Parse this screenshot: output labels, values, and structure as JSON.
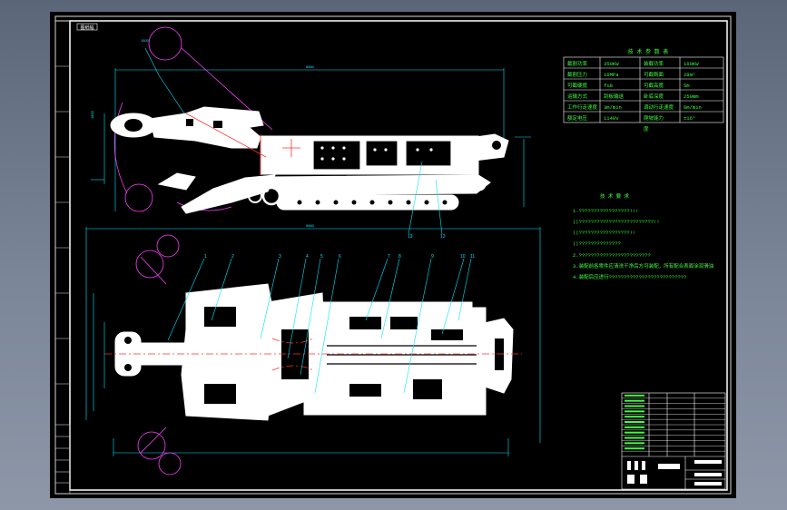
{
  "drawing": {
    "frame_tag": "图纸幅",
    "colors": {
      "outline": "#ffffff",
      "dimension": "#00e5ff",
      "annotation": "#39ff39",
      "centerline": "#ff3030",
      "motion": "#ff40ff",
      "background": "#000000"
    }
  },
  "params_table": {
    "title": "技 术 参 数 表",
    "rows": [
      [
        "截割功率",
        "350KW",
        "装载功率",
        "160KW"
      ],
      [
        "截割压力",
        "16MPa",
        "可截断面",
        "28m²"
      ],
      [
        "可截硬度",
        "f≤8",
        "可截高度",
        "5m"
      ],
      [
        "运输方式",
        "刮板输送",
        "卧底深度",
        "250mm"
      ],
      [
        "工作行走速度",
        "3m/min",
        "调动行走速度",
        "6m/min"
      ],
      [
        "额定电压",
        "1140V",
        "爬坡能力",
        "±16°"
      ]
    ],
    "extra": "度"
  },
  "tech_req": {
    "title": "技 术 要 求",
    "lines": [
      "1.?????????????????!!!",
      "  ||?????????????????????????!!",
      "  ||?????????????????!!",
      "  ||??????????????",
      "2.????????????????????????",
      "3.装配前各零件应清洗干净后方可装配，所有配合表面涂润滑油",
      "4.装配后应进行??????????????????????????"
    ]
  },
  "part_labels_top": [
    "13",
    "12"
  ],
  "part_labels_plan": [
    "1",
    "2",
    "3",
    "4",
    "5",
    "6",
    "7",
    "8",
    "9",
    "10",
    "11"
  ],
  "dims": {
    "top_length": "8860",
    "plan_length": "8860",
    "height": "1800",
    "arm": "1800"
  },
  "title_block": {
    "rows": 12
  }
}
